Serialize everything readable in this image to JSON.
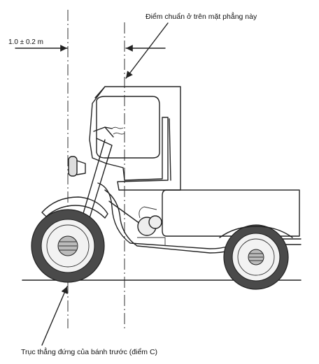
{
  "labels": {
    "dimension": "1.0 ± 0.2 m",
    "reference_point": "Điểm chuẩn ở trên mặt phẳng này",
    "front_axis": "Trục thẳng đứng của bánh trước (điểm C)"
  },
  "icons": {
    "motorcycle": "three-wheel-cargo-motorcycle-icon"
  }
}
